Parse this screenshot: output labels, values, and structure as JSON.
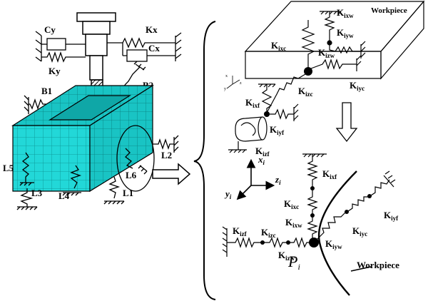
{
  "left_model": {
    "labels": {
      "cy": "Cy",
      "ky": "Ky",
      "kx": "Kx",
      "cx": "Cx",
      "b1": "B1",
      "b2": "B2",
      "l1": "L1",
      "l2": "L2",
      "l3": "L3",
      "l4": "L4",
      "l5": "L5",
      "l6": "L6"
    },
    "colors": {
      "fixture": "#22d8d8",
      "fixture_dark": "#0fa7a7",
      "line": "#000000"
    }
  },
  "top_right": {
    "workpiece": "Workpiece",
    "springs": {
      "kixw": "K",
      "kixw_sub": "ixw",
      "kiyw": "K",
      "kiyw_sub": "iyw",
      "kixc": "K",
      "kixc_sub": "ixc",
      "kizw": "K",
      "kizw_sub": "izw",
      "kiyc": "K",
      "kiyc_sub": "iyc",
      "kizc": "K",
      "kizc_sub": "izc",
      "kixf": "K",
      "kixf_sub": "ixf",
      "kiyf": "K",
      "kiyf_sub": "iyf",
      "kizf": "K",
      "kizf_sub": "izf"
    },
    "axis_small": {
      "x": "x",
      "y": "y",
      "z": "z"
    }
  },
  "bottom_right": {
    "axes": {
      "x": "x",
      "x_sub": "i",
      "y": "y",
      "y_sub": "i",
      "z": "z",
      "z_sub": "i"
    },
    "springs": {
      "kixf": "K",
      "kixf_sub": "ixf",
      "kixc": "K",
      "kixc_sub": "ixc",
      "kixw": "K",
      "kixw_sub": "ixw",
      "kizf": "K",
      "kizf_sub": "izf",
      "kizc": "K",
      "kizc_sub": "izc",
      "kizw": "K",
      "kizw_sub": "izw",
      "kiyw": "K",
      "kiyw_sub": "iyw",
      "kiyc": "K",
      "kiyc_sub": "iyc",
      "kiyf": "K",
      "kiyf_sub": "iyf"
    },
    "point": "P",
    "point_sub": "i",
    "workpiece": "Workpiece"
  }
}
